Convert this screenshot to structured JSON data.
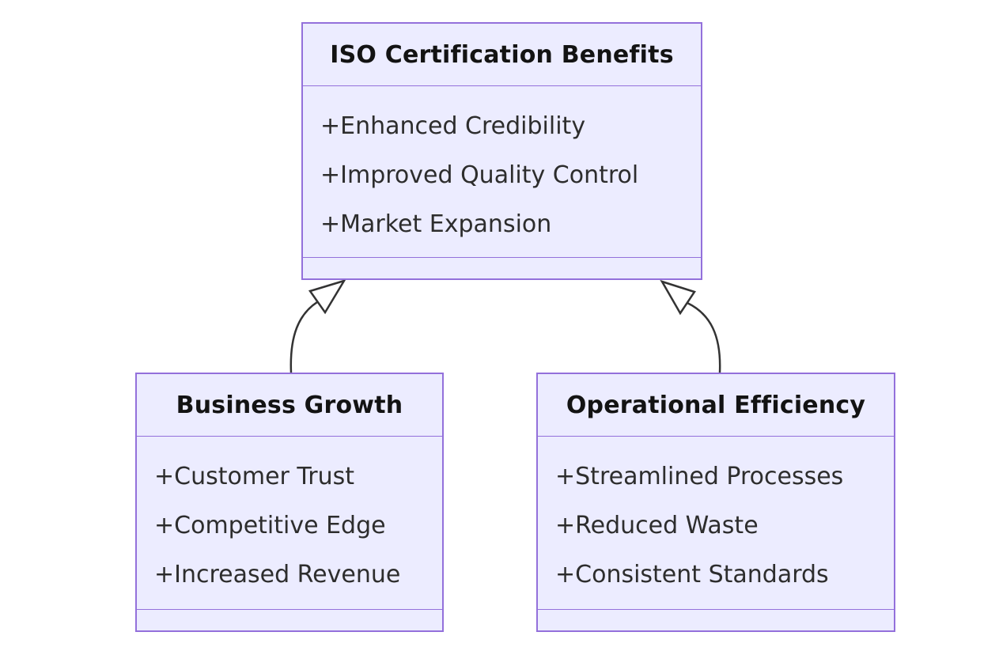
{
  "diagram": {
    "type": "uml-class-diagram",
    "classes": [
      {
        "id": "iso",
        "title": "ISO Certification Benefits",
        "attributes": [
          "+Enhanced Credibility",
          "+Improved Quality Control",
          "+Market Expansion"
        ],
        "methods": []
      },
      {
        "id": "business",
        "title": "Business Growth",
        "attributes": [
          "+Customer Trust",
          "+Competitive Edge",
          "+Increased Revenue"
        ],
        "methods": []
      },
      {
        "id": "operational",
        "title": "Operational Efficiency",
        "attributes": [
          "+Streamlined Processes",
          "+Reduced Waste",
          "+Consistent Standards"
        ],
        "methods": []
      }
    ],
    "relationships": [
      {
        "from": "Business Growth",
        "to": "ISO Certification Benefits",
        "type": "inheritance",
        "arrowhead": "hollow-triangle"
      },
      {
        "from": "Operational Efficiency",
        "to": "ISO Certification Benefits",
        "type": "inheritance",
        "arrowhead": "hollow-triangle"
      }
    ]
  },
  "colors": {
    "node_fill": "#ECECFF",
    "node_border": "#9370DB",
    "line": "#333333",
    "title_text": "#131313",
    "attr_text": "#2d2d2d",
    "background": "#FFFFFF"
  }
}
